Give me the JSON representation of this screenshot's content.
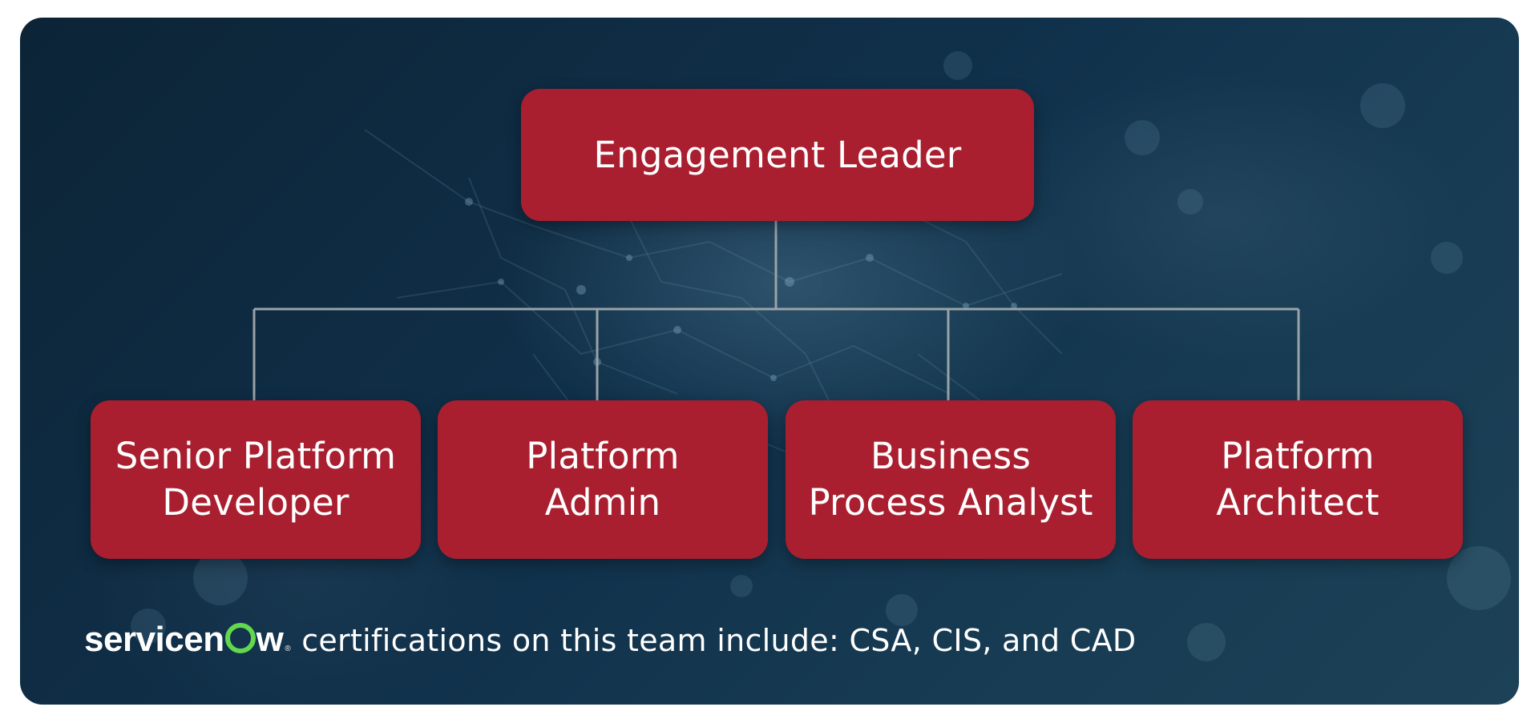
{
  "diagram": {
    "root": {
      "label": "Engagement Leader"
    },
    "children": [
      {
        "label": "Senior Platform\nDeveloper"
      },
      {
        "label": "Platform\nAdmin"
      },
      {
        "label": "Business\nProcess Analyst"
      },
      {
        "label": "Platform\nArchitect"
      }
    ]
  },
  "footer": {
    "logo_pre": "servicen",
    "logo_post": "w",
    "logo_mark": "®",
    "text": "certifications on this team include: CSA, CIS, and CAD"
  },
  "colors": {
    "box_fill": "#a91f2f",
    "connector": "#9aa3a8",
    "background": "#10304a",
    "logo_accent": "#62d84e"
  },
  "icons": {
    "logo": "servicenow-logo"
  }
}
